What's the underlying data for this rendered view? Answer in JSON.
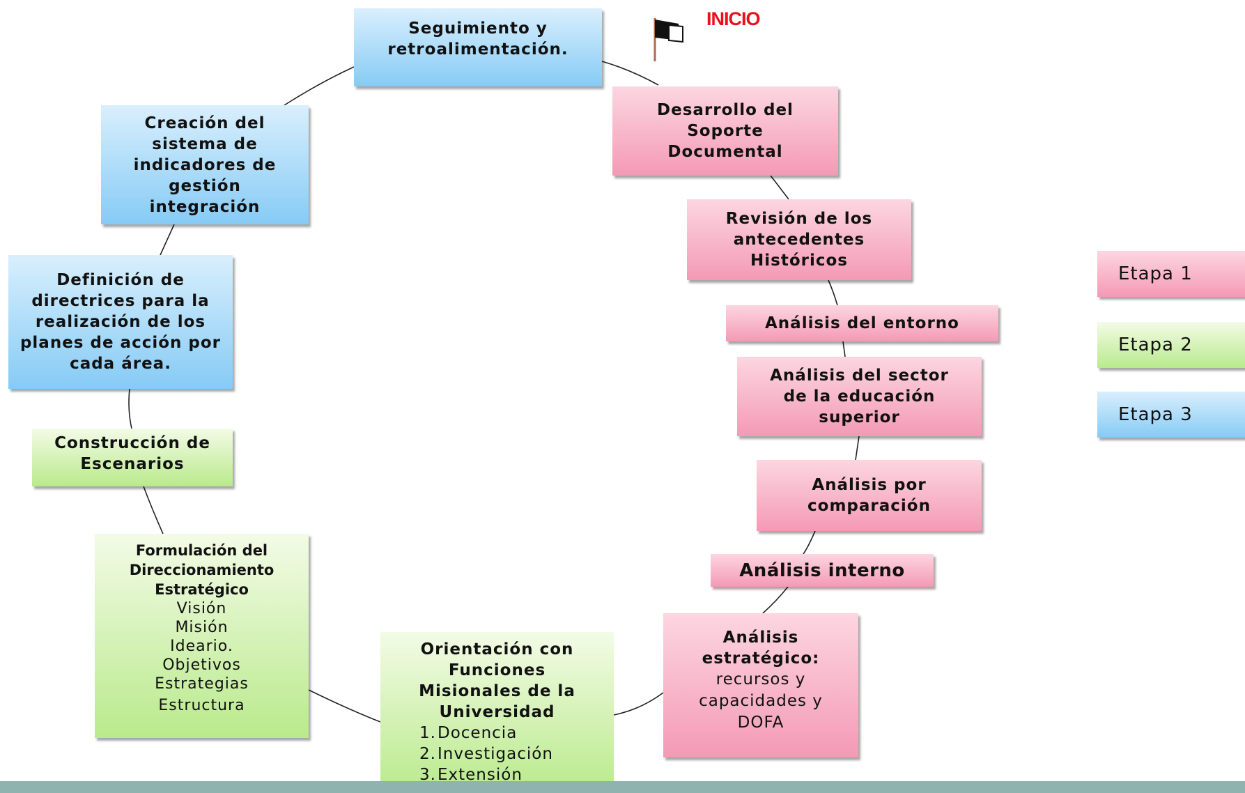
{
  "start": {
    "label": "INICIO",
    "icon": "flag-icon"
  },
  "colors": {
    "etapa1": "#f49ab5",
    "etapa2": "#b9ea8c",
    "etapa3": "#86cbf5",
    "start": "#e8101c",
    "footer": "#8fb3ae"
  },
  "nodes": {
    "desarrollo": "Desarrollo del Soporte Documental",
    "revision": "Revisión de los antecedentes Históricos",
    "entorno": "Análisis del entorno",
    "sector": "Análisis del sector de la educación superior",
    "comparacion": "Análisis por comparación",
    "interno": "Análisis interno",
    "estrategico": {
      "title": "Análisis estratégico:",
      "body": "recursos y capacidades y DOFA"
    },
    "orientacion": {
      "title": "Orientación con Funciones Misionales de la Universidad",
      "items": [
        {
          "num": "1.",
          "text": "Docencia"
        },
        {
          "num": "2.",
          "text": "Investigación"
        },
        {
          "num": "3.",
          "text": "Extensión"
        }
      ]
    },
    "formulacion": {
      "title": "Formulación del Direccionamiento Estratégico",
      "items": [
        "Visión",
        "Misión",
        "Ideario.",
        "Objetivos",
        "Estrategias",
        "Estructura"
      ]
    },
    "escenarios": "Construcción de Escenarios",
    "directrices": "Definición de directrices para la realización de los planes de acción por cada área.",
    "indicadores": "Creación del sistema de indicadores de gestión integración",
    "seguimiento": "Seguimiento y retroalimentación."
  },
  "legend": [
    {
      "label": "Etapa 1"
    },
    {
      "label": "Etapa 2"
    },
    {
      "label": "Etapa 3"
    }
  ]
}
